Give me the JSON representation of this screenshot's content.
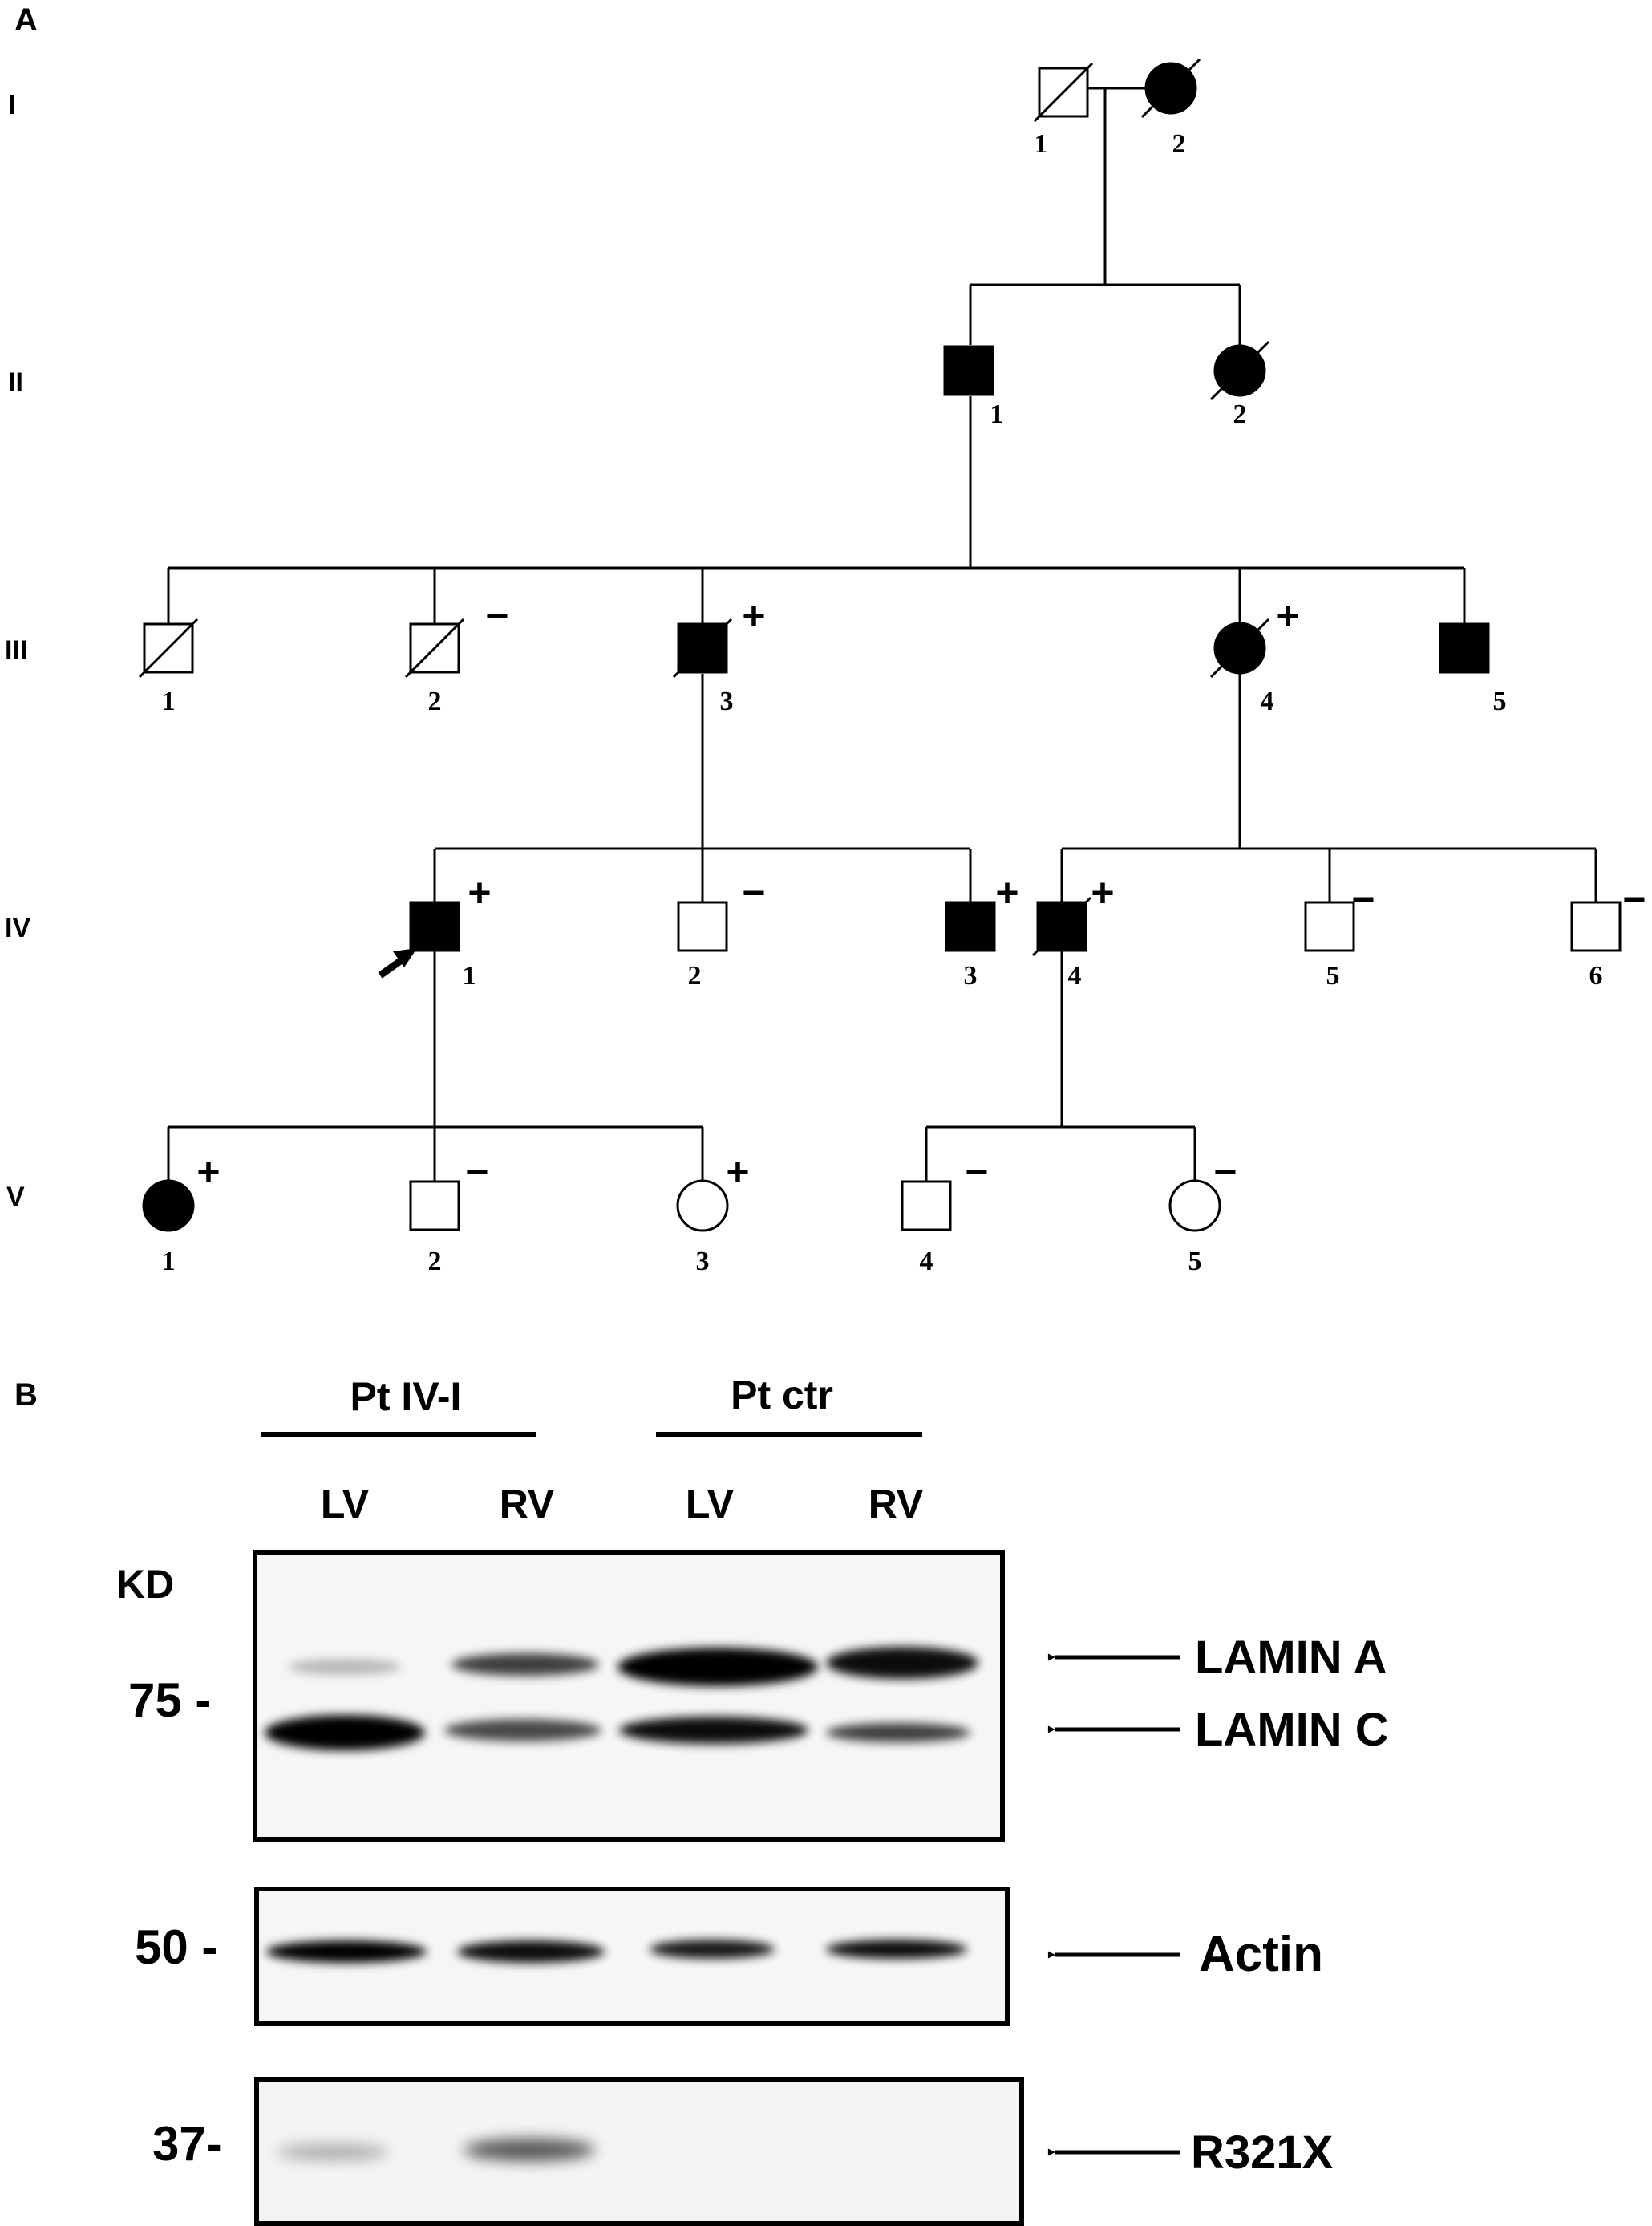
{
  "panel_a": {
    "letter": "A"
  },
  "panel_b": {
    "letter": "B"
  },
  "generations": [
    "I",
    "II",
    "III",
    "IV",
    "V"
  ],
  "individuals": [
    {
      "id": "I-1",
      "label": "1",
      "sex": "male",
      "affected": false,
      "deceased": true,
      "sign": ""
    },
    {
      "id": "I-2",
      "label": "2",
      "sex": "female",
      "affected": true,
      "deceased": true,
      "sign": ""
    },
    {
      "id": "II-1",
      "label": "1",
      "sex": "male",
      "affected": true,
      "deceased": false,
      "sign": ""
    },
    {
      "id": "II-2",
      "label": "2",
      "sex": "female",
      "affected": true,
      "deceased": true,
      "sign": ""
    },
    {
      "id": "III-1",
      "label": "1",
      "sex": "male",
      "affected": false,
      "deceased": true,
      "sign": ""
    },
    {
      "id": "III-2",
      "label": "2",
      "sex": "male",
      "affected": false,
      "deceased": true,
      "sign": "−"
    },
    {
      "id": "III-3",
      "label": "3",
      "sex": "male",
      "affected": true,
      "deceased": true,
      "sign": "+"
    },
    {
      "id": "III-4",
      "label": "4",
      "sex": "female",
      "affected": true,
      "deceased": true,
      "sign": "+"
    },
    {
      "id": "III-5",
      "label": "5",
      "sex": "male",
      "affected": true,
      "deceased": false,
      "sign": ""
    },
    {
      "id": "IV-1",
      "label": "1",
      "sex": "male",
      "affected": true,
      "deceased": false,
      "sign": "+",
      "proband": true
    },
    {
      "id": "IV-2",
      "label": "2",
      "sex": "male",
      "affected": false,
      "deceased": false,
      "sign": "−"
    },
    {
      "id": "IV-3",
      "label": "3",
      "sex": "male",
      "affected": true,
      "deceased": false,
      "sign": "+"
    },
    {
      "id": "IV-4",
      "label": "4",
      "sex": "male",
      "affected": true,
      "deceased": true,
      "sign": "+"
    },
    {
      "id": "IV-5",
      "label": "5",
      "sex": "male",
      "affected": false,
      "deceased": false,
      "sign": "−"
    },
    {
      "id": "IV-6",
      "label": "6",
      "sex": "male",
      "affected": false,
      "deceased": false,
      "sign": "−"
    },
    {
      "id": "V-1",
      "label": "1",
      "sex": "female",
      "affected": true,
      "deceased": false,
      "sign": "+"
    },
    {
      "id": "V-2",
      "label": "2",
      "sex": "male",
      "affected": false,
      "deceased": false,
      "sign": "−"
    },
    {
      "id": "V-3",
      "label": "3",
      "sex": "female",
      "affected": false,
      "deceased": false,
      "sign": "+"
    },
    {
      "id": "V-4",
      "label": "4",
      "sex": "male",
      "affected": false,
      "deceased": false,
      "sign": "−"
    },
    {
      "id": "V-5",
      "label": "5",
      "sex": "female",
      "affected": false,
      "deceased": false,
      "sign": "−"
    }
  ],
  "blot": {
    "groups": [
      "Pt IV-I",
      "Pt ctr"
    ],
    "lanes": [
      "LV",
      "RV",
      "LV",
      "RV"
    ],
    "kd_label": "KD",
    "markers": [
      "75 -",
      "50 -",
      "37-"
    ],
    "band_labels": [
      "LAMIN A",
      "LAMIN C",
      "Actin",
      "R321X"
    ]
  }
}
